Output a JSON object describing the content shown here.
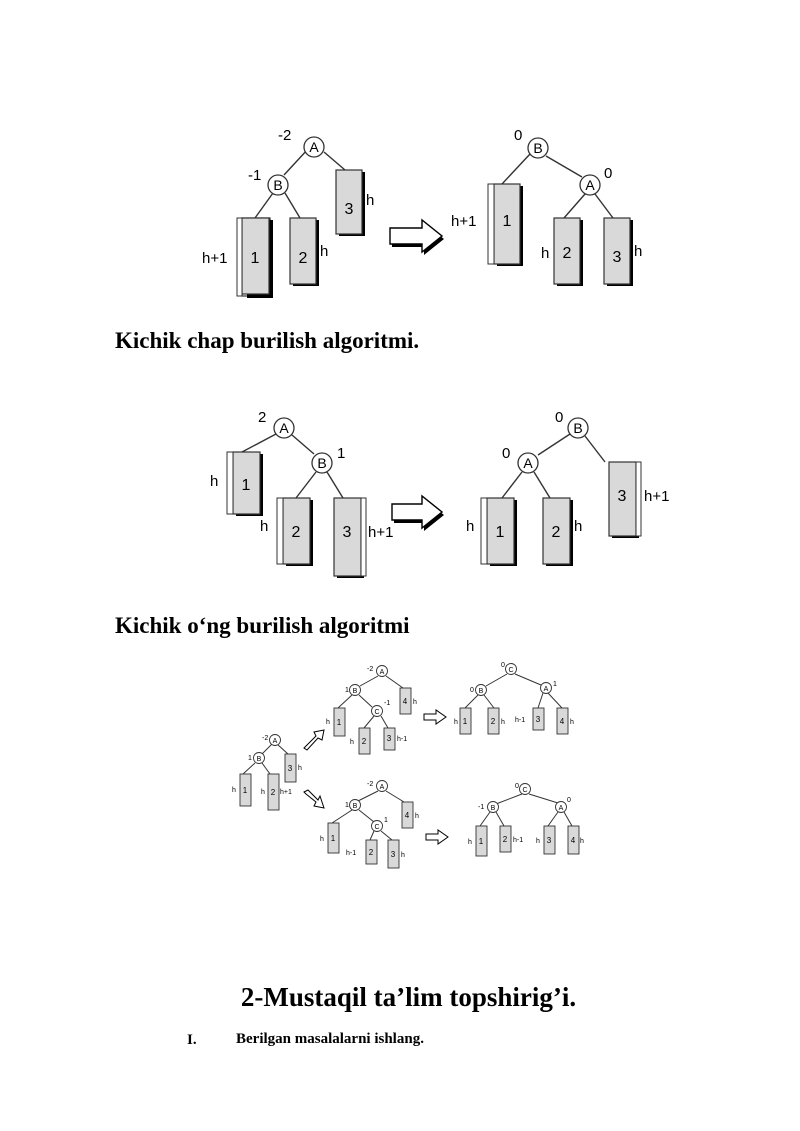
{
  "figure1": {
    "left": {
      "A": "A",
      "B": "B",
      "A_balance": "-2",
      "B_balance": "-1",
      "sub1": "1",
      "sub2": "2",
      "sub3": "3",
      "h1": "h+1",
      "h2": "h",
      "h3": "h"
    },
    "right": {
      "A": "A",
      "B": "B",
      "A_balance": "0",
      "B_balance": "0",
      "sub1": "1",
      "sub2": "2",
      "sub3": "3",
      "h1": "h+1",
      "h2": "h",
      "h3": "h"
    }
  },
  "caption1": "Kichik chap burilish algoritmi.",
  "figure2": {
    "left": {
      "A": "A",
      "B": "B",
      "A_balance": "2",
      "B_balance": "1",
      "sub1": "1",
      "sub2": "2",
      "sub3": "3",
      "h1": "h",
      "h2": "h",
      "h3": "h+1"
    },
    "right": {
      "A": "A",
      "B": "B",
      "A_balance": "0",
      "B_balance": "0",
      "sub1": "1",
      "sub2": "2",
      "sub3": "3",
      "h1": "h",
      "h2": "h",
      "h3": "h+1"
    }
  },
  "caption2": "Kichik o‘ng burilish algoritmi",
  "figure3": {
    "start": {
      "A_balance": "-2",
      "B_balance": "1",
      "h1": "h",
      "h2": "h",
      "h3": "h+1",
      "h4": "h"
    },
    "top_mid": {
      "A_balance": "-2",
      "B_balance": "1",
      "C_balance": "-1",
      "h1": "h",
      "h2": "h",
      "h3": "h-1",
      "h4": "h"
    },
    "top_res": {
      "B_balance": "0",
      "C_balance": "0",
      "A_balance": "1",
      "h1": "h",
      "h2": "h",
      "h3": "h-1",
      "h4": "h"
    },
    "bot_mid": {
      "A_balance": "-2",
      "B_balance": "1",
      "C_balance": "1",
      "h1": "h",
      "h2": "h-1",
      "h3": "h",
      "h4": "h"
    },
    "bot_res": {
      "B_balance": "-1",
      "C_balance": "0",
      "A_balance": "0",
      "h1": "h",
      "h2": "h-1",
      "h3": "h",
      "h4": "h"
    },
    "labels": {
      "A": "A",
      "B": "B",
      "C": "C",
      "s1": "1",
      "s2": "2",
      "s3": "3",
      "s4": "4"
    }
  },
  "heading": "2-Mustaqil ta’lim topshirig’i.",
  "list": [
    {
      "num": "I.",
      "text": "Berilgan masalalarni ishlang."
    }
  ]
}
